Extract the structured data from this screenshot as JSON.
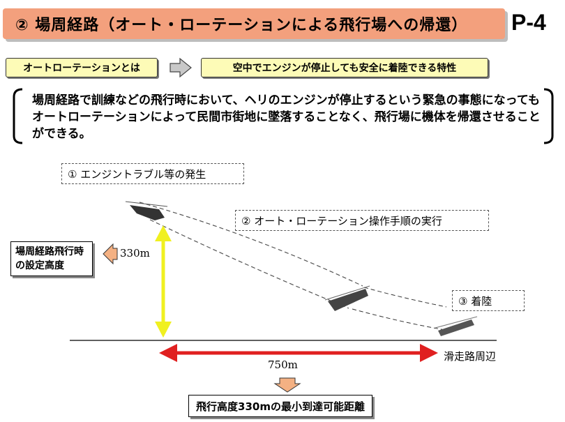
{
  "header": {
    "title": "② 場周経路（オート・ローテーションによる飛行場への帰還）",
    "page_number": "P-4"
  },
  "definition": {
    "term": "オートローテーションとは",
    "meaning": "空中でエンジンが停止しても安全に着陸できる特性"
  },
  "description": "場周経路で訓練などの飛行時において、ヘリのエンジンが停止するという緊急の事態になってもオートローテーションによって民間市街地に墜落することなく、飛行場に機体を帰還させることができる。",
  "diagram": {
    "step1": "① エンジントラブル等の発生",
    "step2": "② オート・ローテーション操作手順の実行",
    "step3": "③ 着陸",
    "altitude_label": "場周経路飛行時の設定高度",
    "altitude_value": "330m",
    "distance_value": "750m",
    "runway_label": "滑走路周辺",
    "result": "飛行高度330mの最小到達可能距離",
    "colors": {
      "altitude_arrow": "#f0f020",
      "distance_arrow": "#e02020",
      "title_bar": "#f3a07d",
      "callout_box": "#fdfbb7"
    }
  }
}
